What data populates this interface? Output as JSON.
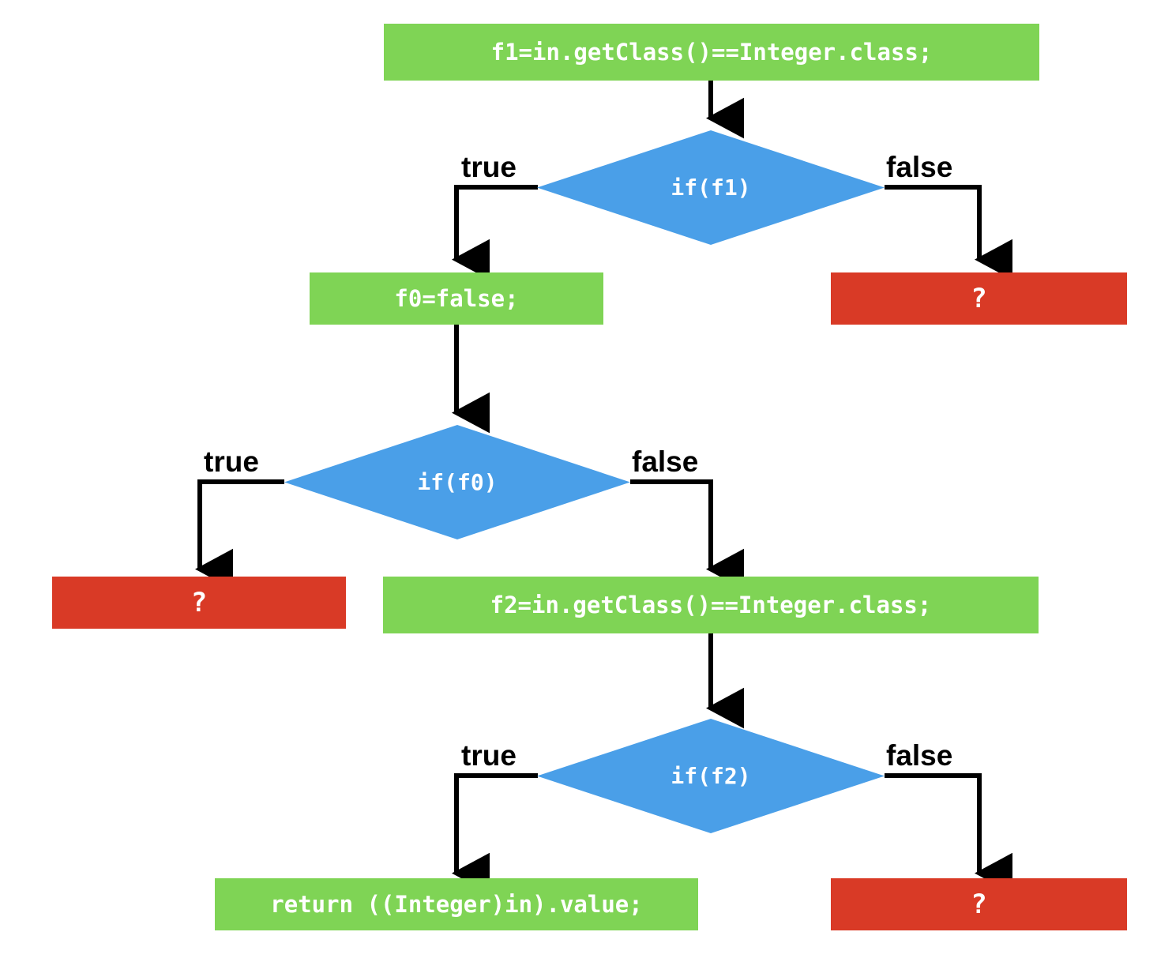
{
  "diagram": {
    "type": "flowchart",
    "title": "",
    "colors": {
      "statement": "#7fd455",
      "decision": "#4a9fe8",
      "unknown": "#d93a26",
      "edge": "#000000",
      "node_text": "#ffffff",
      "label_text": "#000000",
      "background": "#ffffff"
    },
    "nodes": [
      {
        "id": "n1",
        "kind": "statement",
        "label": "f1=in.getClass()==Integer.class;"
      },
      {
        "id": "n2",
        "kind": "decision",
        "label": "if(f1)"
      },
      {
        "id": "n3",
        "kind": "statement",
        "label": "f0=false;"
      },
      {
        "id": "n4",
        "kind": "unknown",
        "label": "?"
      },
      {
        "id": "n5",
        "kind": "decision",
        "label": "if(f0)"
      },
      {
        "id": "n6",
        "kind": "unknown",
        "label": "?"
      },
      {
        "id": "n7",
        "kind": "statement",
        "label": "f2=in.getClass()==Integer.class;"
      },
      {
        "id": "n8",
        "kind": "decision",
        "label": "if(f2)"
      },
      {
        "id": "n9",
        "kind": "statement",
        "label": "return ((Integer)in).value;"
      },
      {
        "id": "n10",
        "kind": "unknown",
        "label": "?"
      }
    ],
    "edges": [
      {
        "from": "n1",
        "to": "n2",
        "label": ""
      },
      {
        "from": "n2",
        "to": "n3",
        "label": "true"
      },
      {
        "from": "n2",
        "to": "n4",
        "label": "false"
      },
      {
        "from": "n3",
        "to": "n5",
        "label": ""
      },
      {
        "from": "n5",
        "to": "n6",
        "label": "true"
      },
      {
        "from": "n5",
        "to": "n7",
        "label": "false"
      },
      {
        "from": "n7",
        "to": "n8",
        "label": ""
      },
      {
        "from": "n8",
        "to": "n9",
        "label": "true"
      },
      {
        "from": "n8",
        "to": "n10",
        "label": "false"
      }
    ],
    "edge_labels": {
      "e2_true": "true",
      "e2_false": "false",
      "e5_true": "true",
      "e5_false": "false",
      "e8_true": "true",
      "e8_false": "false"
    }
  }
}
